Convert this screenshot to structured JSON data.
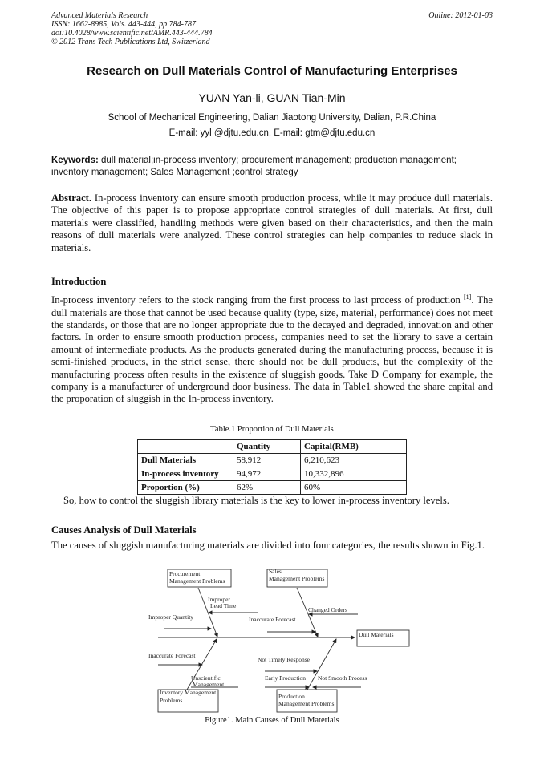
{
  "header": {
    "journal": "Advanced Materials Research",
    "issn": "ISSN: 1662-8985, Vols. 443-444, pp 784-787",
    "doi": "doi:10.4028/www.scientific.net/AMR.443-444.784",
    "copyright": "© 2012 Trans Tech Publications Ltd, Switzerland",
    "online": "Online: 2012-01-03"
  },
  "title": "Research on Dull Materials Control of Manufacturing Enterprises",
  "authors": "YUAN Yan-li, GUAN Tian-Min",
  "affiliation": "School of Mechanical Engineering, Dalian Jiaotong University, Dalian, P.R.China",
  "email": "E-mail: yyl @djtu.edu.cn, E-mail: gtm@djtu.edu.cn",
  "keywords": {
    "label": "Keywords:",
    "text": " dull material;in-process inventory; procurement management; production management; inventory management; Sales Management ;control strategy"
  },
  "abstract": {
    "label": "Abstract.",
    "text": " In-process inventory can ensure smooth production process, while it may produce dull materials. The objective of this paper is to propose appropriate control strategies of dull materials. At first, dull materials were classified, handling methods were given based on their characteristics, and then the main reasons of dull materials were analyzed. These control strategies can help companies to reduce slack in materials."
  },
  "intro": {
    "heading": "Introduction",
    "p1a": "In-process inventory refers to the stock ranging from the first process to last process of production ",
    "ref": "[1]",
    "p1b": ". The dull materials are those that cannot be used because quality (type, size, material, performance) does not meet the standards, or those that are no longer appropriate due to the decayed and degraded, innovation and other factors. In order to ensure smooth production process, companies need to set the library to save a certain amount of intermediate products. As the products generated during the manufacturing process, because it is semi-finished products, in the strict sense, there should not be dull products, but the complexity of the manufacturing process often results in the existence of sluggish goods. Take D Company for example, the company is a manufacturer of underground door business. The data in Table1 showed the share capital and the proporation of sluggish in the In-process inventory.",
    "p2": "So, how to control the sluggish library materials is the key to lower in-process inventory levels."
  },
  "table": {
    "caption": "Table.1 Proportion of Dull Materials",
    "headers": [
      "",
      "Quantity",
      "Capital(RMB)"
    ],
    "rows": [
      [
        "Dull Materials",
        "58,912",
        "6,210,623"
      ],
      [
        "In-process inventory",
        "94,972",
        "10,332,896"
      ],
      [
        "Proportion (%)",
        "62%",
        "60%"
      ]
    ]
  },
  "causes": {
    "heading": "Causes Analysis of Dull Materials",
    "p": "The causes of sluggish manufacturing materials are divided into four categories, the results shown in Fig.1."
  },
  "figure": {
    "caption": "Figure1.  Main Causes of Dull Materials",
    "effect": "Dull Materials",
    "procurement": [
      "Procurement",
      "Management Problems"
    ],
    "sales": [
      "Sales",
      "Management Problems"
    ],
    "inventory": [
      "Inventory  Management",
      "Problems"
    ],
    "production": [
      "Production",
      "Management Problems"
    ],
    "lead_time": [
      "Improper",
      "Lead Time"
    ],
    "quantity": "Improper Quantity",
    "changed_orders": "Changed Orders",
    "forecast_sales": "Inaccurate Forecast",
    "forecast_inv": "Inaccurate Forecast",
    "unscientific": [
      "Unscientific",
      "Management"
    ],
    "timely": "Not Timely Response",
    "early": "Early Production",
    "smooth": "Not Smooth Process"
  }
}
